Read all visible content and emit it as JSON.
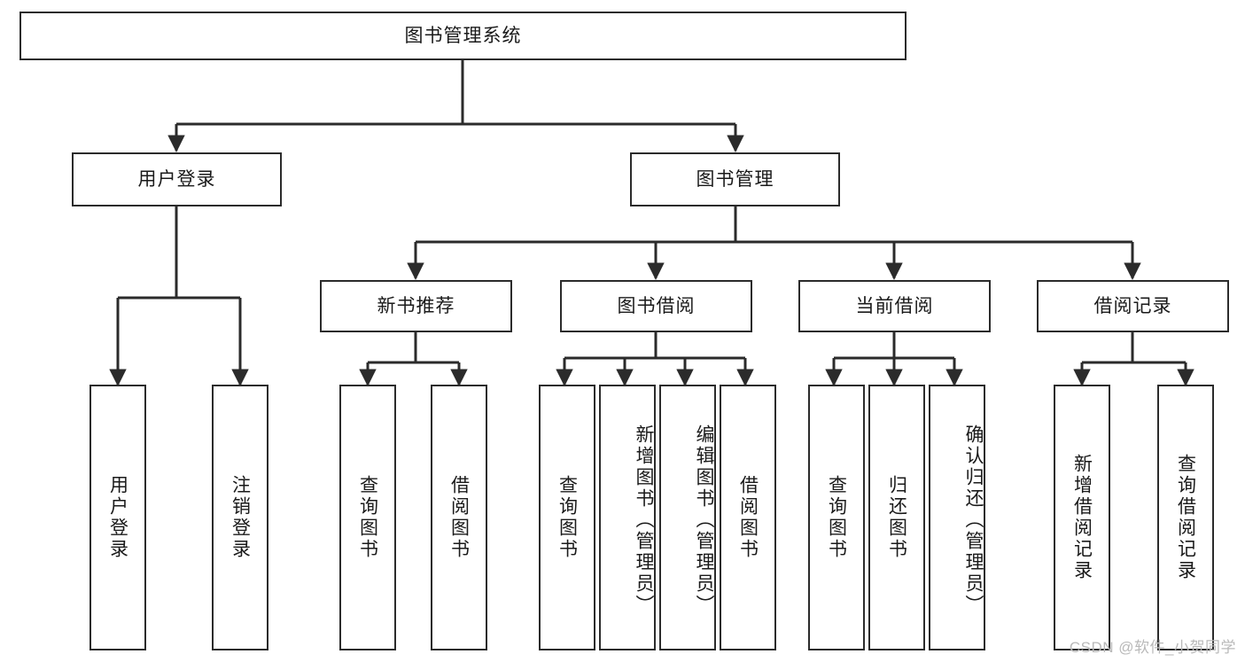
{
  "diagram": {
    "title_node": {
      "label": "图书管理系统"
    },
    "level2": [
      {
        "id": "user-login",
        "label": "用户登录"
      },
      {
        "id": "book-manage",
        "label": "图书管理"
      }
    ],
    "level3": [
      {
        "id": "new-book-recommend",
        "label": "新书推荐"
      },
      {
        "id": "book-borrow",
        "label": "图书借阅"
      },
      {
        "id": "current-borrow",
        "label": "当前借阅"
      },
      {
        "id": "borrow-record",
        "label": "借阅记录"
      }
    ],
    "leaves": [
      {
        "id": "leaf-user-login",
        "label": "用户登录",
        "parent": "user-login",
        "align": "centered"
      },
      {
        "id": "leaf-logout",
        "label": "注销登录",
        "parent": "user-login",
        "align": "centered"
      },
      {
        "id": "leaf-query-book-1",
        "label": "查询图书",
        "parent": "new-book-recommend",
        "align": "centered"
      },
      {
        "id": "leaf-borrow-book-1",
        "label": "借阅图书",
        "parent": "new-book-recommend",
        "align": "centered"
      },
      {
        "id": "leaf-query-book-2",
        "label": "查询图书",
        "parent": "book-borrow",
        "align": "centered"
      },
      {
        "id": "leaf-add-book",
        "label": "新增图书（管理员）",
        "parent": "book-borrow",
        "align": "top"
      },
      {
        "id": "leaf-edit-book",
        "label": "编辑图书（管理员）",
        "parent": "book-borrow",
        "align": "top"
      },
      {
        "id": "leaf-borrow-book-2",
        "label": "借阅图书",
        "parent": "book-borrow",
        "align": "centered"
      },
      {
        "id": "leaf-query-book-3",
        "label": "查询图书",
        "parent": "current-borrow",
        "align": "centered"
      },
      {
        "id": "leaf-return-book",
        "label": "归还图书",
        "parent": "current-borrow",
        "align": "centered"
      },
      {
        "id": "leaf-confirm-return",
        "label": "确认归还（管理员）",
        "parent": "current-borrow",
        "align": "top"
      },
      {
        "id": "leaf-add-record",
        "label": "新增借阅记录",
        "parent": "borrow-record",
        "align": "centered"
      },
      {
        "id": "leaf-query-record",
        "label": "查询借阅记录",
        "parent": "borrow-record",
        "align": "centered"
      }
    ],
    "watermark": "CSDN @软件_小贺同学",
    "colors": {
      "stroke": "#2b2b2b",
      "background": "#ffffff",
      "text": "#1a1a1a",
      "watermark": "#b9b9b9"
    }
  }
}
